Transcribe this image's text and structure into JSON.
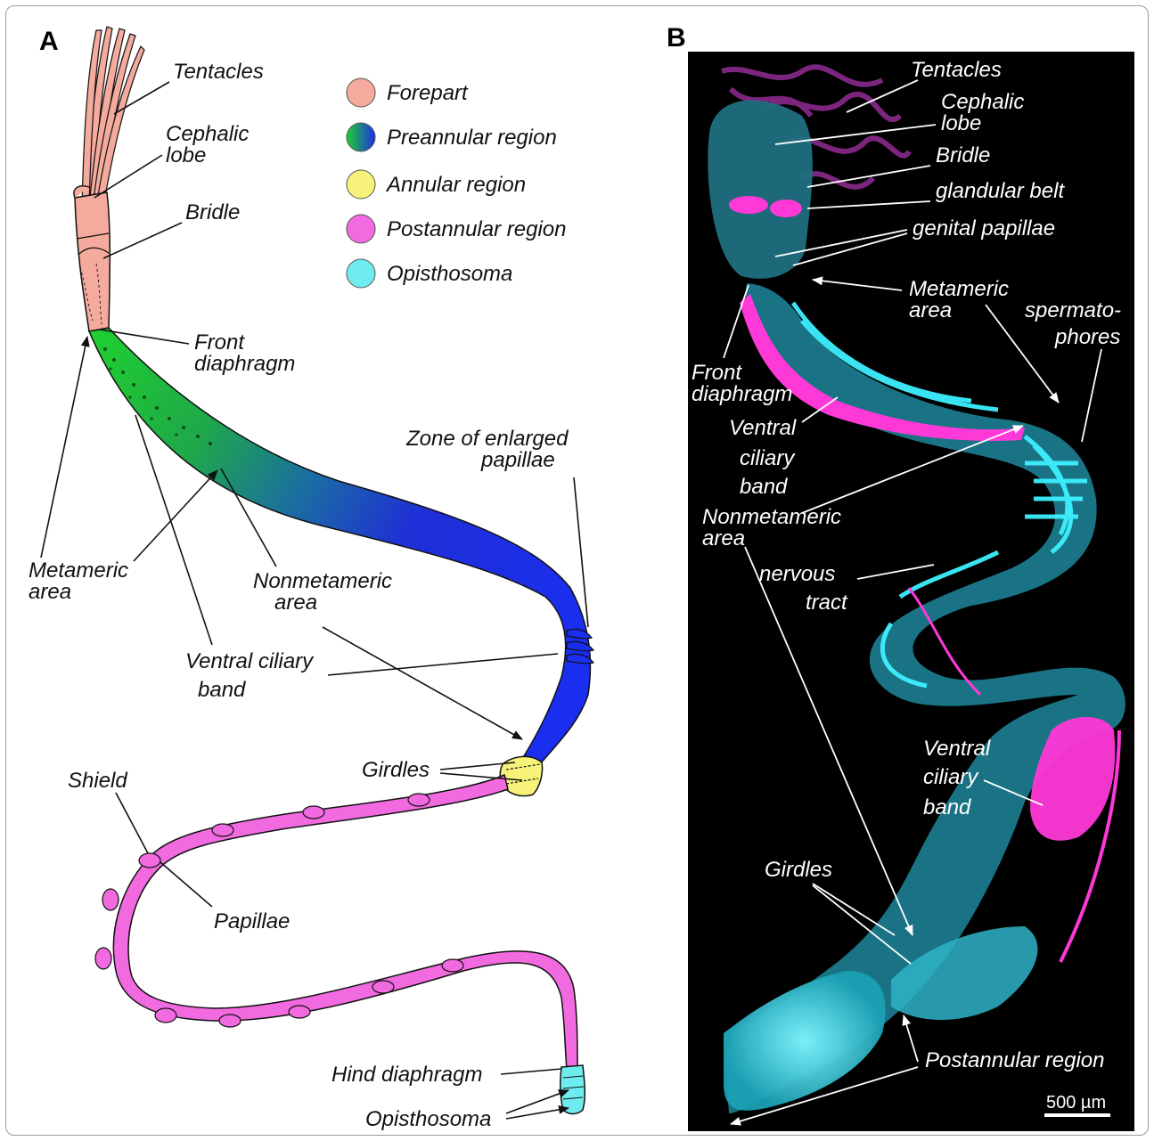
{
  "panels": {
    "a": {
      "letter": "A",
      "legend": [
        {
          "label": "Forepart",
          "color": "#f4aa9c"
        },
        {
          "label": "Preannular region",
          "color": "gradient-green-blue"
        },
        {
          "label": "Annular region",
          "color": "#f6f27a"
        },
        {
          "label": "Postannular region",
          "color": "#f26ae0"
        },
        {
          "label": "Opisthosoma",
          "color": "#6fecef"
        }
      ],
      "labels": {
        "tentacles": "Tentacles",
        "cephalic_lobe_1": "Cephalic",
        "cephalic_lobe_2": "lobe",
        "bridle": "Bridle",
        "front_diaphragm_1": "Front",
        "front_diaphragm_2": "diaphragm",
        "zone_1": "Zone of enlarged",
        "zone_2": "papillae",
        "metameric_1": "Metameric",
        "metameric_2": "area",
        "nonmetameric_1": "Nonmetameric",
        "nonmetameric_2": "area",
        "ventral_1": "Ventral ciliary",
        "ventral_2": "band",
        "girdles": "Girdles",
        "shield": "Shield",
        "papillae": "Papillae",
        "hind_diaphragm": "Hind diaphragm",
        "opisthosoma": "Opisthosoma"
      }
    },
    "b": {
      "letter": "B",
      "labels": {
        "tentacles": "Tentacles",
        "cephalic_1": "Cephalic",
        "cephalic_2": "lobe",
        "bridle": "Bridle",
        "glandular_belt": "glandular belt",
        "genital_papillae": "genital papillae",
        "metameric_1": "Metameric",
        "metameric_2": "area",
        "spermato_1": "spermato-",
        "spermato_2": "phores",
        "front_1": "Front",
        "front_2": "diaphragm",
        "ventral_top_1": "Ventral",
        "ventral_top_2": "ciliary",
        "ventral_top_3": "band",
        "nonmetameric_1": "Nonmetameric",
        "nonmetameric_2": "area",
        "nervous_1": "nervous",
        "nervous_2": "tract",
        "ventral_bot_1": "Ventral",
        "ventral_bot_2": "ciliary",
        "ventral_bot_3": "band",
        "girdles": "Girdles",
        "postannular": "Postannular region",
        "scale": "500 µm"
      }
    }
  }
}
